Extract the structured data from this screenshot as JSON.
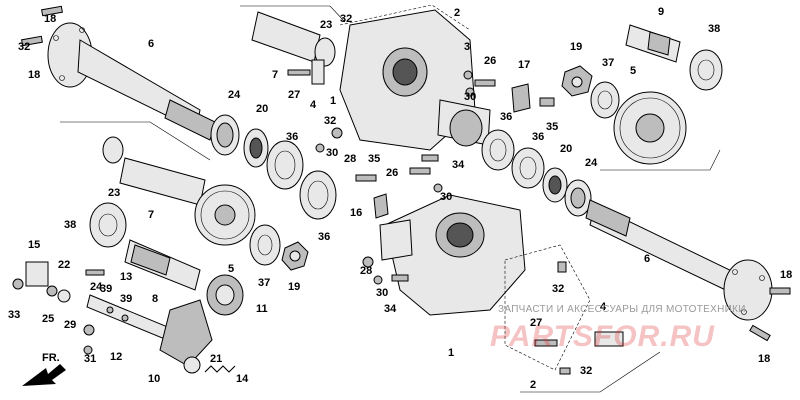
{
  "callouts": [
    {
      "id": "c18a",
      "text": "18"
    },
    {
      "id": "c32a",
      "text": "32"
    },
    {
      "id": "c18b",
      "text": "18"
    },
    {
      "id": "c6a",
      "text": "6"
    },
    {
      "id": "c23a",
      "text": "23"
    },
    {
      "id": "c32b",
      "text": "32"
    },
    {
      "id": "c2a",
      "text": "2"
    },
    {
      "id": "c3",
      "text": "3"
    },
    {
      "id": "c9",
      "text": "9"
    },
    {
      "id": "c38a",
      "text": "38"
    },
    {
      "id": "c19a",
      "text": "19"
    },
    {
      "id": "c26a",
      "text": "26"
    },
    {
      "id": "c17",
      "text": "17"
    },
    {
      "id": "c37a",
      "text": "37"
    },
    {
      "id": "c5a",
      "text": "5"
    },
    {
      "id": "c7a",
      "text": "7"
    },
    {
      "id": "c27a",
      "text": "27"
    },
    {
      "id": "c4a",
      "text": "4"
    },
    {
      "id": "c1a",
      "text": "1"
    },
    {
      "id": "c30a",
      "text": "30"
    },
    {
      "id": "c24a",
      "text": "24"
    },
    {
      "id": "c20a",
      "text": "20"
    },
    {
      "id": "c32c",
      "text": "32"
    },
    {
      "id": "c36a",
      "text": "36"
    },
    {
      "id": "c35a",
      "text": "35"
    },
    {
      "id": "c36b",
      "text": "36"
    },
    {
      "id": "c30b",
      "text": "30"
    },
    {
      "id": "c28a",
      "text": "28"
    },
    {
      "id": "c34a",
      "text": "34"
    },
    {
      "id": "c36c",
      "text": "36"
    },
    {
      "id": "c20b",
      "text": "20"
    },
    {
      "id": "c24b",
      "text": "24"
    },
    {
      "id": "c23b",
      "text": "23"
    },
    {
      "id": "c35b",
      "text": "35"
    },
    {
      "id": "c26b",
      "text": "26"
    },
    {
      "id": "c7b",
      "text": "7"
    },
    {
      "id": "c30c",
      "text": "30"
    },
    {
      "id": "c16",
      "text": "16"
    },
    {
      "id": "c38b",
      "text": "38"
    },
    {
      "id": "c36d",
      "text": "36"
    },
    {
      "id": "c5b",
      "text": "5"
    },
    {
      "id": "c15",
      "text": "15"
    },
    {
      "id": "c6b",
      "text": "6"
    },
    {
      "id": "c22",
      "text": "22"
    },
    {
      "id": "c13",
      "text": "13"
    },
    {
      "id": "c37b",
      "text": "37"
    },
    {
      "id": "c8",
      "text": "8"
    },
    {
      "id": "c19b",
      "text": "19"
    },
    {
      "id": "c28b",
      "text": "28"
    },
    {
      "id": "c32d",
      "text": "32"
    },
    {
      "id": "c18c",
      "text": "18"
    },
    {
      "id": "c33",
      "text": "33"
    },
    {
      "id": "c25",
      "text": "25"
    },
    {
      "id": "c24c",
      "text": "24"
    },
    {
      "id": "c39a",
      "text": "39"
    },
    {
      "id": "c39b",
      "text": "39"
    },
    {
      "id": "c11",
      "text": "11"
    },
    {
      "id": "c30d",
      "text": "30"
    },
    {
      "id": "c34b",
      "text": "34"
    },
    {
      "id": "c4b",
      "text": "4"
    },
    {
      "id": "c29",
      "text": "29"
    },
    {
      "id": "c27b",
      "text": "27"
    },
    {
      "id": "c1b",
      "text": "1"
    },
    {
      "id": "c31",
      "text": "31"
    },
    {
      "id": "c12",
      "text": "12"
    },
    {
      "id": "c21",
      "text": "21"
    },
    {
      "id": "c10",
      "text": "10"
    },
    {
      "id": "c14",
      "text": "14"
    },
    {
      "id": "c2b",
      "text": "2"
    },
    {
      "id": "c32e",
      "text": "32"
    },
    {
      "id": "c18d",
      "text": "18"
    }
  ],
  "direction_label": "FR.",
  "watermark": {
    "caption": "ЗАПЧАСТИ И АКСЕССУАРЫ ДЛЯ МОТОТЕХНИКИ",
    "logo": "PARTSFOR.RU",
    "color": "#dc2828"
  }
}
